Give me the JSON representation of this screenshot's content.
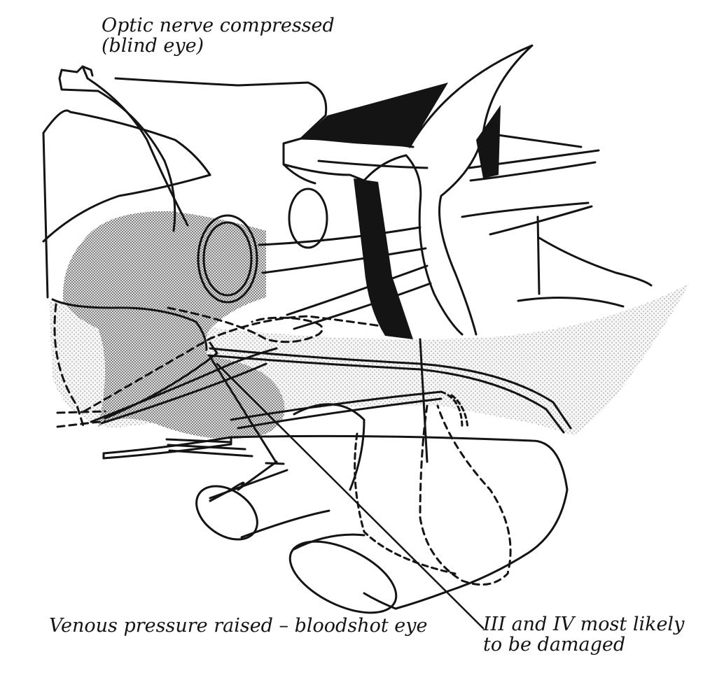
{
  "labels": {
    "optic_nerve": {
      "line1": "Optic nerve compressed",
      "line2": "(blind eye)"
    },
    "venous": "Venous pressure raised – bloodshot eye",
    "cranial_nerves": {
      "line1": "III and IV most likely",
      "line2": "to be damaged"
    }
  },
  "colors": {
    "ink": "#141414",
    "background": "#ffffff",
    "tumour_stipple": "#bdbdbd"
  }
}
